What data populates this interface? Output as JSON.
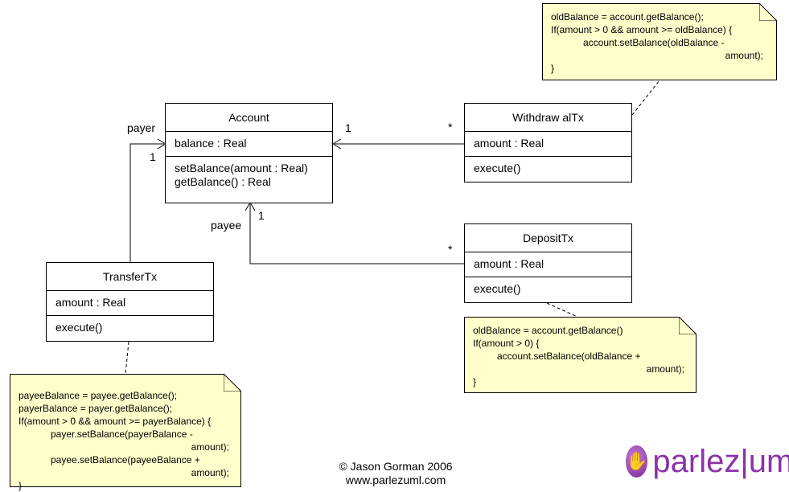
{
  "classes": {
    "account": {
      "name": "Account",
      "attributes": [
        "balance : Real"
      ],
      "operations": [
        "setBalance(amount : Real)",
        "getBalance() : Real"
      ]
    },
    "withdrawaltx": {
      "name": "Withdraw alTx",
      "attributes": [
        "amount : Real"
      ],
      "operations": [
        "execute()"
      ]
    },
    "deposittx": {
      "name": "DepositTx",
      "attributes": [
        "amount : Real"
      ],
      "operations": [
        "execute()"
      ]
    },
    "transfertx": {
      "name": "TransferTx",
      "attributes": [
        "amount : Real"
      ],
      "operations": [
        "execute()"
      ]
    }
  },
  "associations": {
    "payer_role": "payer",
    "payer_mult": "1",
    "payee_role": "payee",
    "payee_mult": "1",
    "withdraw_account_mult": "1",
    "withdraw_mult": "*",
    "deposit_mult": "*"
  },
  "notes": {
    "withdraw": [
      "oldBalance = account.getBalance();",
      "If(amount > 0 && amount >= oldBalance) {",
      "account.setBalance(oldBalance -",
      "amount);",
      "}"
    ],
    "deposit": [
      "oldBalance = account.getBalance()",
      "If(amount > 0) {",
      "account.setBalance(oldBalance +",
      "amount);",
      "}"
    ],
    "transfer": [
      "payeeBalance = payee.getBalance();",
      "payerBalance = payer.getBalance();",
      "If(amount > 0 && amount >= payerBalance) {",
      "payer.setBalance(payerBalance -",
      "amount);",
      "payee.setBalance(payeeBalance +",
      "amount);",
      "}"
    ]
  },
  "credit": {
    "line1": "© Jason Gorman 2006",
    "line2": "www.parlezuml.com"
  },
  "logo": {
    "text": "parlez|uml"
  },
  "colors": {
    "note_fill": "#ffffcc",
    "logo_purple": "#8b33a8"
  }
}
